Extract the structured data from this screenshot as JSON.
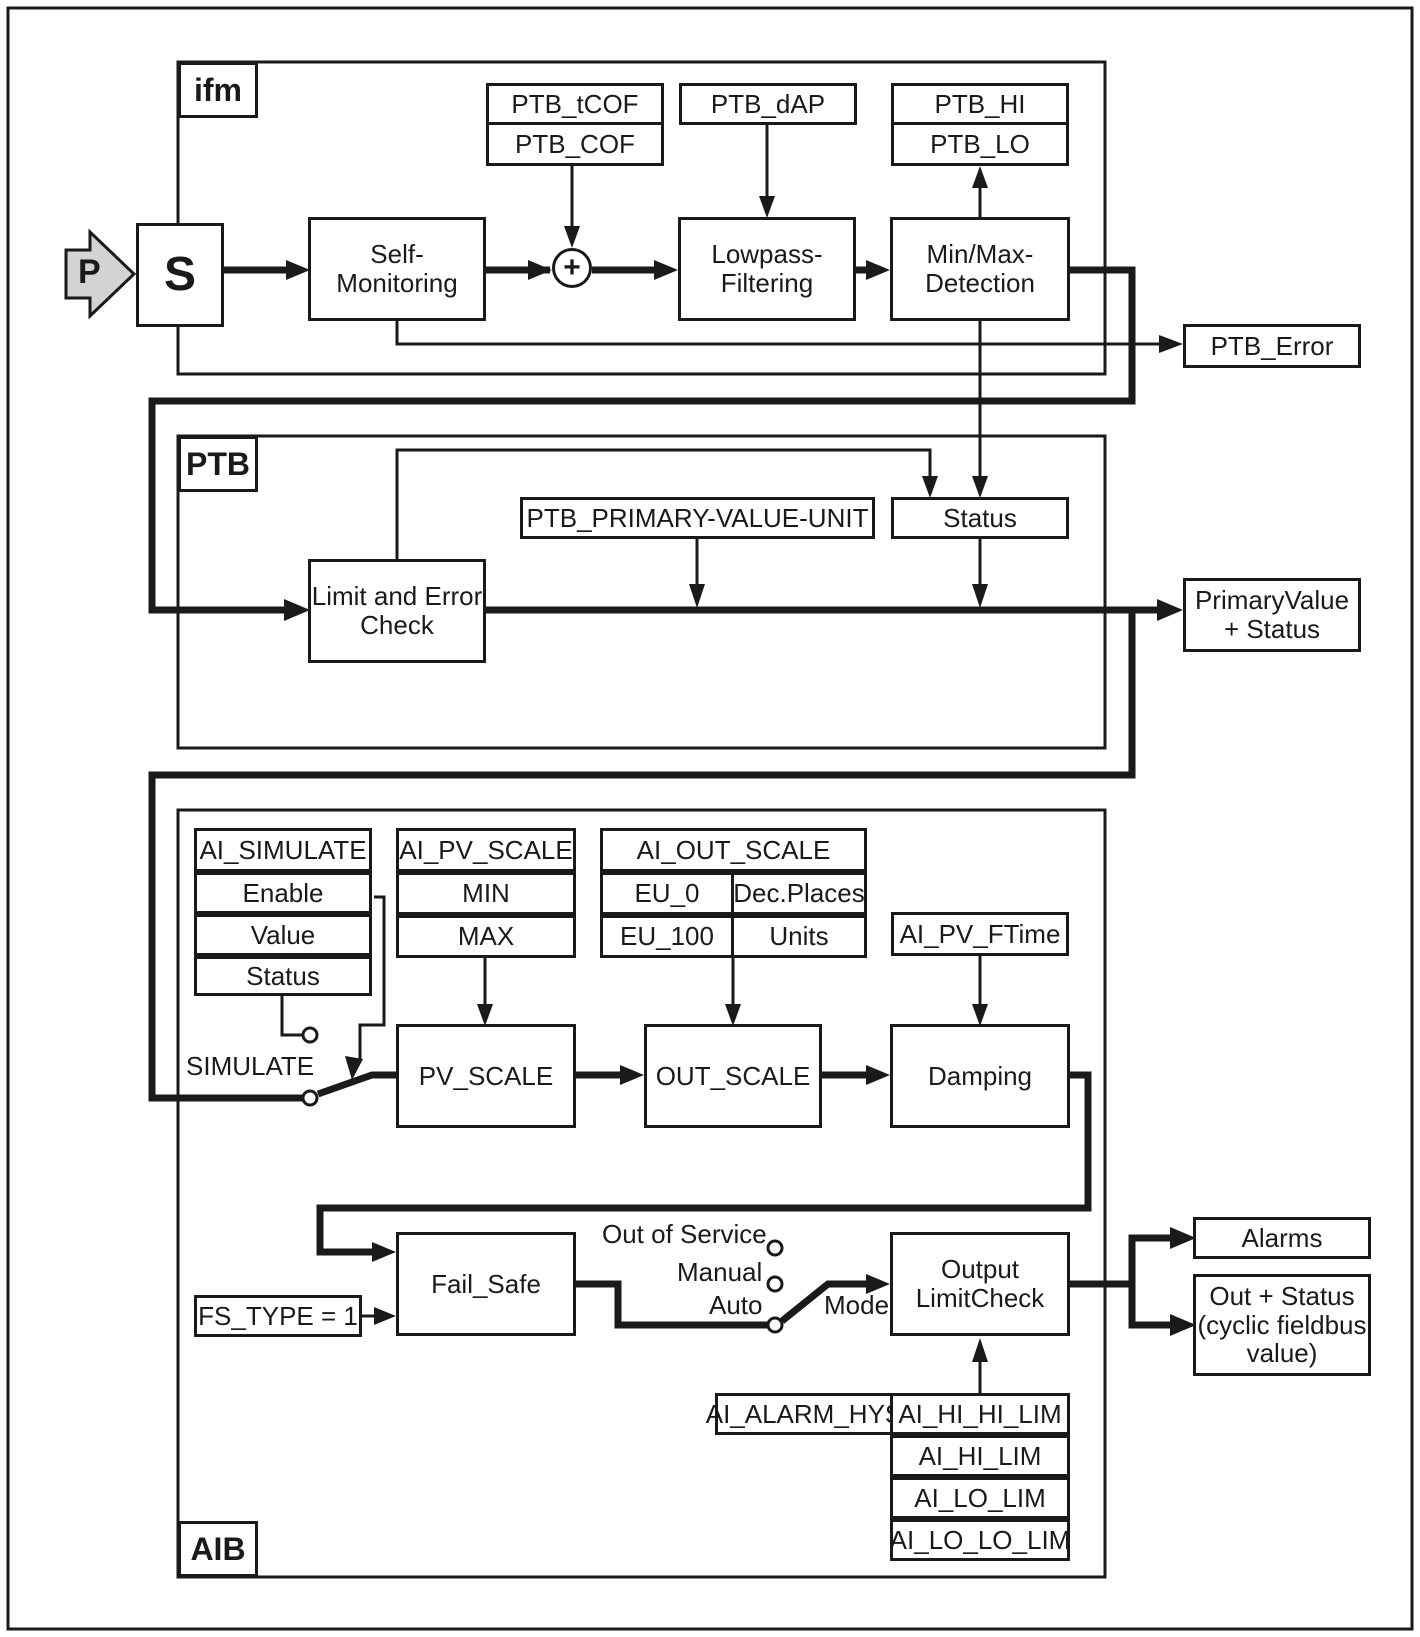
{
  "input_label": "P",
  "sensor_label": "S",
  "sections": {
    "ifm": "ifm",
    "ptb": "PTB",
    "aib": "AIB"
  },
  "ifm_block": {
    "tcof": "PTB_tCOF",
    "cof": "PTB_COF",
    "dap": "PTB_dAP",
    "hi": "PTB_HI",
    "lo": "PTB_LO",
    "self_monitoring": "Self-Monitoring",
    "sum": "+",
    "lowpass": "Lowpass-\nFiltering",
    "minmax": "Min/Max-\nDetection",
    "error_out": "PTB_Error"
  },
  "ptb_block": {
    "limit_check": "Limit and Error\nCheck",
    "unit": "PTB_PRIMARY-VALUE-UNIT",
    "status": "Status",
    "primary_out": "PrimaryValue\n+ Status"
  },
  "aib_block": {
    "simulate_header": "AI_SIMULATE",
    "simulate_rows": [
      "Enable",
      "Value",
      "Status"
    ],
    "pv_scale_header": "AI_PV_SCALE",
    "pv_scale_rows": [
      "MIN",
      "MAX"
    ],
    "out_scale_header": "AI_OUT_SCALE",
    "out_scale_rows": [
      [
        "EU_0",
        "Dec.Places"
      ],
      [
        "EU_100",
        "Units"
      ]
    ],
    "ftime": "AI_PV_FTime",
    "simulate_switch": "SIMULATE",
    "pv_scale": "PV_SCALE",
    "out_scale": "OUT_SCALE",
    "damping": "Damping",
    "fail_safe": "Fail_Safe",
    "fs_type": "FS_TYPE = 1",
    "modes": [
      "Out of Service",
      "Manual",
      "Auto"
    ],
    "mode_label": "Mode",
    "output_limit": "Output\nLimitCheck",
    "alarm_hys": "AI_ALARM_HYS",
    "limits": [
      "AI_HI_HI_LIM",
      "AI_HI_LIM",
      "AI_LO_LIM",
      "AI_LO_LO_LIM"
    ],
    "alarms_out": "Alarms",
    "out_status": "Out + Status\n(cyclic fieldbus\nvalue)"
  }
}
